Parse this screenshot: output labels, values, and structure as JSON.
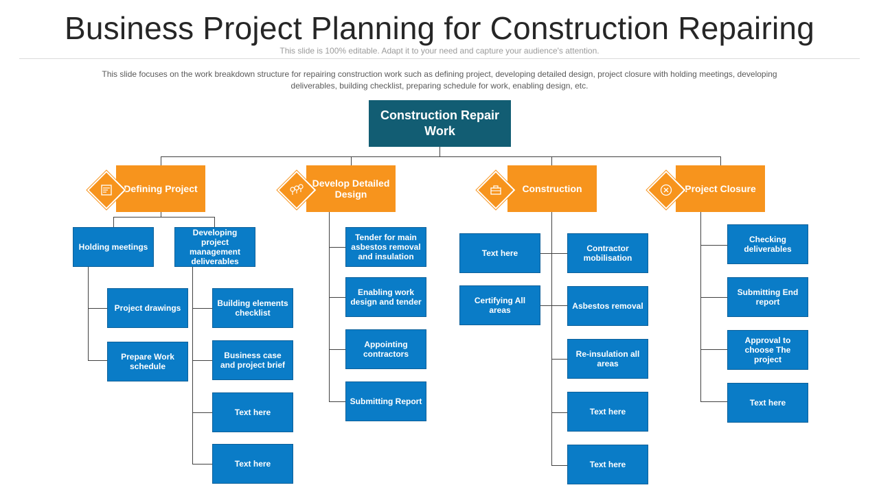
{
  "header": {
    "title": "Business Project Planning for Construction Repairing",
    "subtitle": "This slide is 100% editable. Adapt it to your need and capture your audience's attention.",
    "description": "This slide focuses on the work breakdown structure for repairing construction work such as defining project, developing detailed design, project closure with holding meetings, developing deliverables, building checklist, preparing schedule for work, enabling design, etc."
  },
  "colors": {
    "root": "#125d73",
    "phase": "#f7941d",
    "task": "#0a7cc7"
  },
  "root": {
    "label": "Construction Repair Work"
  },
  "phases": [
    {
      "label": "Defining Project",
      "icon": "document-chart-icon"
    },
    {
      "label": "Develop Detailed Design",
      "icon": "lightbulbs-icon"
    },
    {
      "label": "Construction",
      "icon": "toolbox-icon"
    },
    {
      "label": "Project Closure",
      "icon": "close-circle-icon"
    }
  ],
  "defining": {
    "holding": "Holding meetings",
    "developing": "Developing project management deliverables",
    "left_children": [
      "Project drawings",
      "Prepare Work schedule"
    ],
    "right_children": [
      "Building elements checklist",
      "Business case and project brief",
      "Text here",
      "Text here"
    ]
  },
  "design": {
    "children": [
      "Tender for main asbestos removal and insulation",
      "Enabling work design and tender",
      "Appointing contractors",
      "Submitting Report"
    ]
  },
  "construction": {
    "left_children": [
      "Text here",
      "Certifying All areas"
    ],
    "right_children": [
      "Contractor mobilisation",
      "Asbestos removal",
      "Re-insulation all areas",
      "Text here",
      "Text here"
    ]
  },
  "closure": {
    "children": [
      "Checking deliverables",
      "Submitting End report",
      "Approval to choose The project",
      "Text here"
    ]
  }
}
